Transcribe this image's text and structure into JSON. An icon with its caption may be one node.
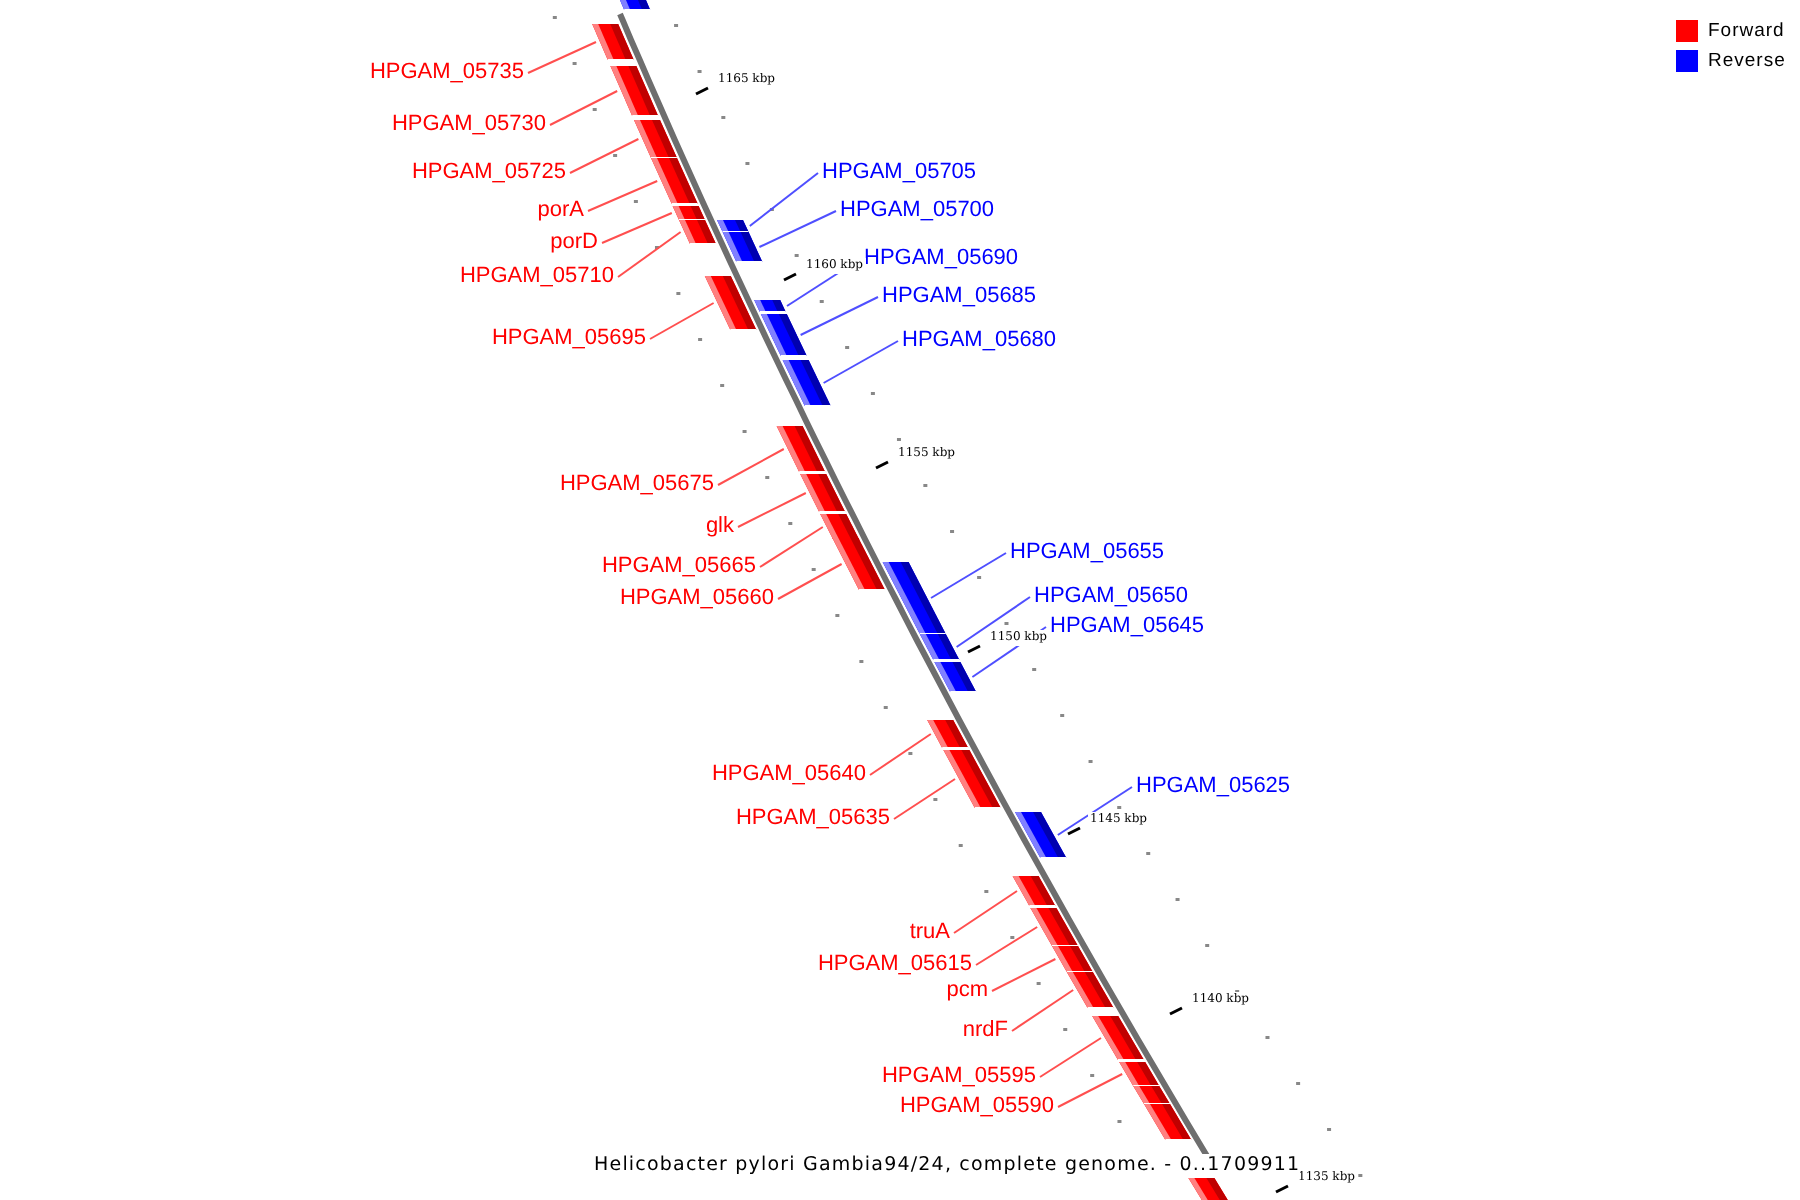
{
  "diagram": {
    "caption": "Helicobacter pylori Gambia94/24, complete genome. - 0..1709911",
    "nodes": [
      {
        "text": [],
        "shape": "bar"
      },
      {
        "text": [],
        "shape": "bar"
      },
      {
        "text": [],
        "shape": "bar"
      },
      {
        "text": [],
        "shape": "bar"
      },
      {
        "text": [],
        "shape": "bar"
      },
      {
        "text": [],
        "shape": "bar"
      },
      {
        "text": [],
        "shape": "bar"
      },
      {
        "text": [],
        "shape": "bar"
      },
      {
        "text": [],
        "shape": "bar"
      },
      {
        "text": [],
        "shape": "bar"
      },
      {
        "text": [],
        "shape": "bar"
      },
      {
        "text": [],
        "shape": "bar"
      },
      {
        "text": [],
        "shape": "bar"
      },
      {
        "text": [],
        "shape": "bar"
      },
      {
        "text": [],
        "shape": "bar"
      },
      {
        "text": [],
        "shape": "bar"
      },
      {
        "text": [],
        "shape": "bar"
      },
      {
        "text": [],
        "shape": "bar"
      },
      {
        "text": [],
        "shape": "bar"
      },
      {
        "text": [],
        "shape": "bar"
      },
      {
        "text": [],
        "shape": "bar"
      },
      {
        "text": [],
        "shape": "bar"
      },
      {
        "text": [],
        "shape": "bar"
      },
      {
        "text": [],
        "shape": "bar"
      },
      {
        "text": [],
        "shape": "bar"
      },
      {
        "text": [],
        "shape": "bar"
      },
      {
        "text": [],
        "shape": "bar"
      },
      {
        "text": [],
        "shape": "bar"
      },
      {
        "text": [],
        "shape": "bar"
      },
      {
        "text": [],
        "shape": "bar"
      },
      {
        "text": [],
        "shape": "bar"
      },
      {
        "text": [],
        "shape": "bar"
      },
      {
        "text": [
          "HPGAM_05735"
        ]
      },
      {
        "text": [
          "HPGAM_05730"
        ]
      },
      {
        "text": [
          "HPGAM_05725"
        ]
      },
      {
        "text": [
          "HPGAM_05705"
        ]
      },
      {
        "text": [
          "porA"
        ]
      },
      {
        "text": [
          "HPGAM_05700"
        ]
      },
      {
        "text": [
          "porD"
        ]
      },
      {
        "text": [
          "HPGAM_05690"
        ]
      },
      {
        "text": [
          "HPGAM_05710"
        ]
      },
      {
        "text": [
          "HPGAM_05685"
        ]
      },
      {
        "text": [
          "HPGAM_05695"
        ]
      },
      {
        "text": [
          "HPGAM_05680"
        ]
      },
      {
        "text": [
          "HPGAM_05675"
        ]
      },
      {
        "text": [
          "glk"
        ]
      },
      {
        "text": [
          "HPGAM_05655"
        ]
      },
      {
        "text": [
          "HPGAM_05665"
        ]
      },
      {
        "text": [
          "HPGAM_05650"
        ]
      },
      {
        "text": [
          "HPGAM_05660"
        ]
      },
      {
        "text": [
          "HPGAM_05645"
        ]
      },
      {
        "text": [
          "HPGAM_05640"
        ]
      },
      {
        "text": [
          "HPGAM_05625"
        ]
      },
      {
        "text": [
          "HPGAM_05635"
        ]
      },
      {
        "text": [
          "truA"
        ]
      },
      {
        "text": [
          "HPGAM_05615"
        ]
      },
      {
        "text": [
          "pcm"
        ]
      },
      {
        "text": [
          "nrdF"
        ]
      },
      {
        "text": [
          "HPGAM_05595"
        ]
      },
      {
        "text": [
          "HPGAM_05590"
        ]
      }
    ],
    "edges": [
      {
        "from": 32,
        "to": 1,
        "arrow": "none"
      },
      {
        "from": 33,
        "to": 2,
        "arrow": "none"
      },
      {
        "from": 34,
        "to": 3,
        "arrow": "none"
      },
      {
        "from": 35,
        "to": 7,
        "arrow": "none",
        "color": "#4f4fff"
      },
      {
        "from": 36,
        "to": 4,
        "arrow": "none"
      },
      {
        "from": 37,
        "to": 8,
        "arrow": "none",
        "color": "#4f4fff"
      },
      {
        "from": 38,
        "to": 5,
        "arrow": "none"
      },
      {
        "from": 39,
        "to": 10,
        "arrow": "none",
        "color": "#4f4fff"
      },
      {
        "from": 40,
        "to": 6,
        "arrow": "none"
      },
      {
        "from": 41,
        "to": 11,
        "arrow": "none",
        "color": "#4f4fff"
      },
      {
        "from": 42,
        "to": 9,
        "arrow": "none"
      },
      {
        "from": 43,
        "to": 12,
        "arrow": "none",
        "color": "#4f4fff"
      },
      {
        "from": 44,
        "to": 13,
        "arrow": "none"
      },
      {
        "from": 45,
        "to": 14,
        "arrow": "none"
      },
      {
        "from": 46,
        "to": 17,
        "arrow": "none",
        "color": "#4f4fff"
      },
      {
        "from": 47,
        "to": 15,
        "arrow": "none"
      },
      {
        "from": 48,
        "to": 18,
        "arrow": "none",
        "color": "#4f4fff"
      },
      {
        "from": 49,
        "to": 16,
        "arrow": "none"
      },
      {
        "from": 50,
        "to": 19,
        "arrow": "none",
        "color": "#4f4fff"
      },
      {
        "from": 51,
        "to": 20,
        "arrow": "none"
      },
      {
        "from": 52,
        "to": 22,
        "arrow": "none",
        "color": "#4f4fff"
      },
      {
        "from": 53,
        "to": 21,
        "arrow": "none"
      },
      {
        "from": 54,
        "to": 23,
        "arrow": "none"
      },
      {
        "from": 55,
        "to": 24,
        "arrow": "none"
      },
      {
        "from": 56,
        "to": 25,
        "arrow": "none"
      },
      {
        "from": 57,
        "to": 26,
        "arrow": "none"
      },
      {
        "from": 58,
        "to": 27,
        "arrow": "none"
      },
      {
        "from": 59,
        "to": 28,
        "arrow": "none"
      }
    ],
    "labels": [
      "1165 kbp",
      "1160 kbp",
      "1155 kbp",
      "1150 kbp",
      "1145 kbp",
      "1140 kbp",
      "1135 kbp"
    ],
    "legend": [
      {
        "text": "Forward",
        "color": "#ff0000"
      },
      {
        "text": "Reverse",
        "color": "#0000ff"
      }
    ]
  }
}
